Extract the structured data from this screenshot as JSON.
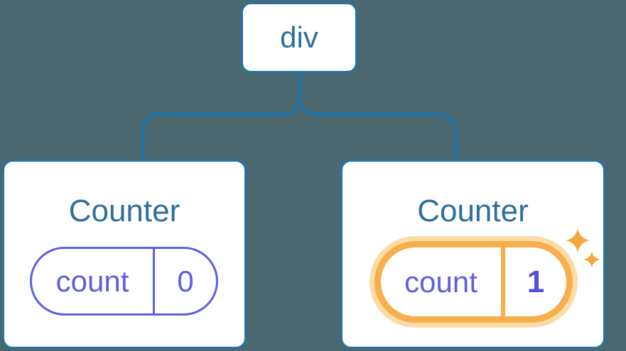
{
  "diagram": {
    "description": "Component tree diagram: a div root element with two Counter children holding independent state",
    "background_color": "#4B6770",
    "colors": {
      "line_blue": "#2374A6",
      "text_blue": "#2E6F9D",
      "state_purple": "#5F5EE0",
      "highlight_orange": "#F7AE4B",
      "highlight_orange_light": "#FCDDA8",
      "card_background": "#FFFFFF"
    },
    "root_node": {
      "label": "div"
    },
    "children": [
      {
        "title": "Counter",
        "state_key": "count",
        "state_value": "0",
        "highlighted": false
      },
      {
        "title": "Counter",
        "state_key": "count",
        "state_value": "1",
        "highlighted": true
      }
    ],
    "icons": {
      "sparkle": "four-point-star"
    }
  }
}
